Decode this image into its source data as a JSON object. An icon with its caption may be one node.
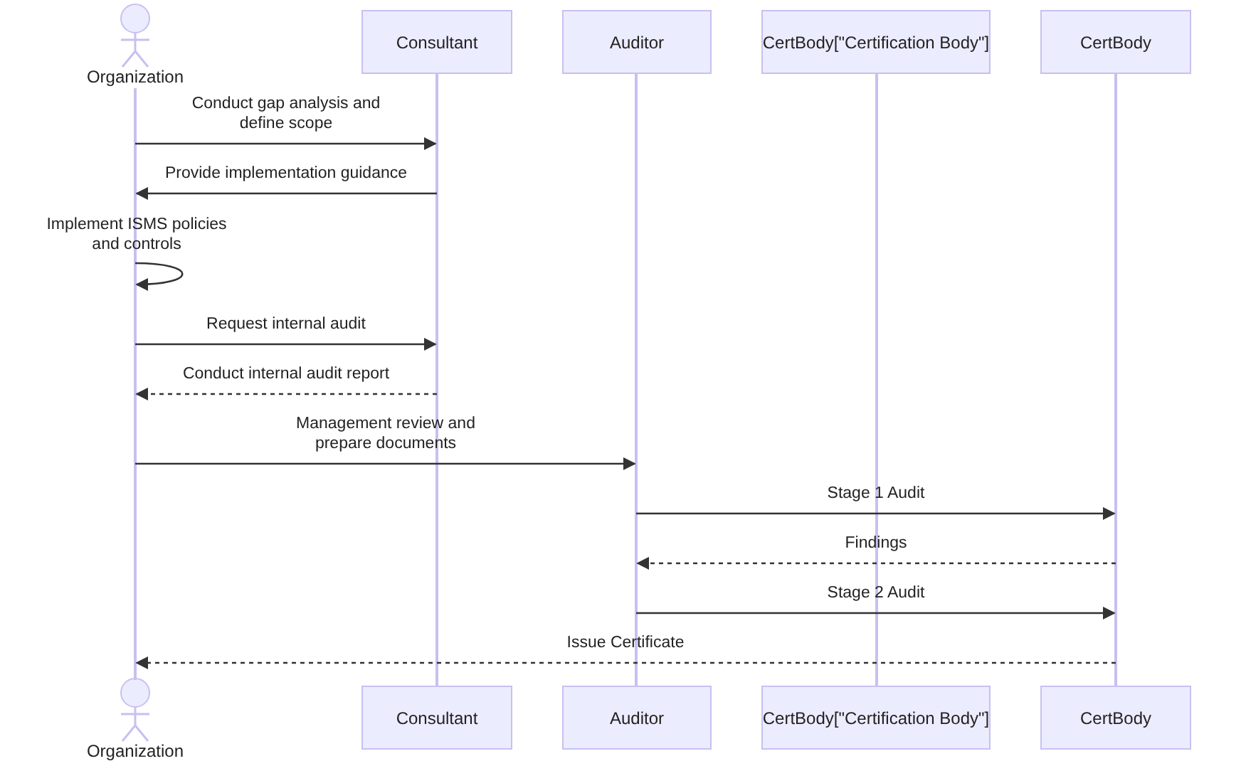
{
  "diagram": {
    "nodes": [
      {
        "text": [
          "Organization"
        ]
      },
      {
        "text": [
          "Consultant"
        ]
      },
      {
        "text": [
          "Auditor"
        ]
      },
      {
        "text": [
          "CertBody[\"Certification Body\"]"
        ]
      },
      {
        "text": [
          "CertBody"
        ]
      },
      {
        "text": [
          "Organization"
        ]
      },
      {
        "text": [
          "Consultant"
        ]
      },
      {
        "text": [
          "Auditor"
        ]
      },
      {
        "text": [
          "CertBody[\"Certification Body\"]"
        ]
      },
      {
        "text": [
          "CertBody"
        ]
      },
      {
        "text": [],
        "shape": "bar"
      },
      {
        "text": [],
        "shape": "bar"
      },
      {
        "text": [],
        "shape": "bar"
      },
      {
        "text": [],
        "shape": "bar"
      },
      {
        "text": [],
        "shape": "bar"
      }
    ],
    "edges": [
      {
        "from": 10,
        "to": 11,
        "arrow": "to",
        "label": "Conduct gap analysis and define scope"
      },
      {
        "from": 11,
        "to": 10,
        "arrow": "to",
        "label": "Provide implementation guidance"
      },
      {
        "from": 10,
        "to": 10,
        "arrow": "to",
        "label": "Implement ISMS policies and controls"
      },
      {
        "from": 10,
        "to": 11,
        "arrow": "to",
        "label": "Request internal audit"
      },
      {
        "from": 11,
        "to": 10,
        "arrow": "to",
        "label": "Conduct internal audit report",
        "style": "dashed"
      },
      {
        "from": 10,
        "to": 12,
        "arrow": "to",
        "label": "Management review and prepare documents"
      },
      {
        "from": 12,
        "to": 14,
        "arrow": "to",
        "label": "Stage 1 Audit"
      },
      {
        "from": 14,
        "to": 12,
        "arrow": "to",
        "label": "Findings",
        "style": "dashed"
      },
      {
        "from": 12,
        "to": 14,
        "arrow": "to",
        "label": "Stage 2 Audit"
      },
      {
        "from": 14,
        "to": 10,
        "arrow": "to",
        "label": "Issue Certificate",
        "style": "dashed"
      }
    ]
  }
}
